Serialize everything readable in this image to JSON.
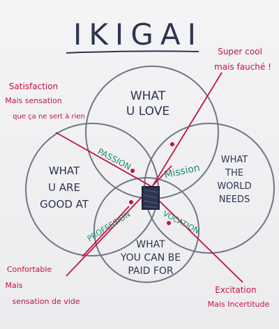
{
  "title": "IKIGAI",
  "circles": {
    "love": [
      "WHAT",
      "U LOVE"
    ],
    "good": [
      "WHAT",
      "U ARE",
      "GOOD AT"
    ],
    "world": [
      "WHAT",
      "THE",
      "WORLD",
      "NEEDS"
    ],
    "paid": [
      "WHAT",
      "YOU CAN BE",
      "PAID FOR"
    ]
  },
  "overlaps": {
    "passion": "PASSION",
    "mission": "Mission",
    "vocation": "VOCATION",
    "profession": "PROFESSION"
  },
  "annotations": {
    "top_left": [
      "Satisfaction",
      "Mais sensation",
      "que ça ne sert à rien"
    ],
    "top_right": [
      "Super cool",
      "mais fauché !"
    ],
    "bottom_left": [
      "Confortable",
      "Mais",
      "sensation de vide"
    ],
    "bottom_right": [
      "Excitation",
      "Mais Incertitude"
    ]
  },
  "colors": {
    "ink_blue": "#2d3550",
    "ink_red": "#c0143c",
    "ink_green": "#1a8a6a",
    "outline": "#6e7684"
  }
}
